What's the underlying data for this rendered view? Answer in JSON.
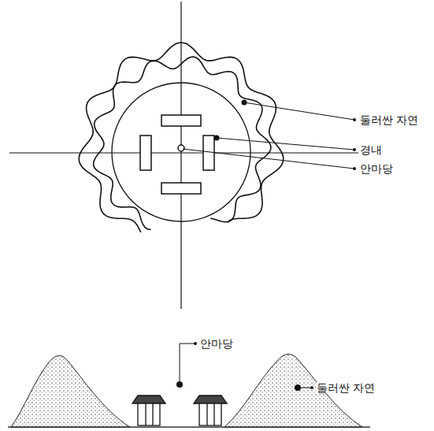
{
  "diagram": {
    "labels": [
      "둘러싼 자연",
      "경내",
      "안마당",
      "안마당",
      "둘러싼 자연"
    ]
  }
}
